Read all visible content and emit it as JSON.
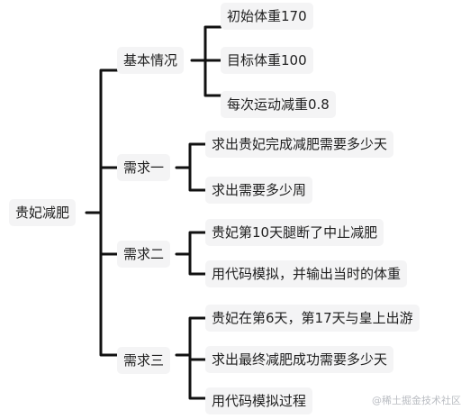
{
  "root": "贵妃减肥",
  "branches": [
    {
      "label": "基本情况",
      "children": [
        "初始体重170",
        "目标体重100",
        "每次运动减重0.8"
      ]
    },
    {
      "label": "需求一",
      "children": [
        "求出贵妃完成减肥需要多少天",
        "求出需要多少周"
      ]
    },
    {
      "label": "需求二",
      "children": [
        "贵妃第10天腿断了中止减肥",
        "用代码模拟，并输出当时的体重"
      ]
    },
    {
      "label": "需求三",
      "children": [
        "贵妃在第6天，第17天与皇上出游",
        "求出最终减肥成功需要多少天",
        "用代码模拟过程"
      ]
    }
  ],
  "watermark": "@稀土掘金技术社区",
  "colors": {
    "line": "#111111",
    "node_bg": "#f4f4f5",
    "text": "#1f1f1f"
  }
}
